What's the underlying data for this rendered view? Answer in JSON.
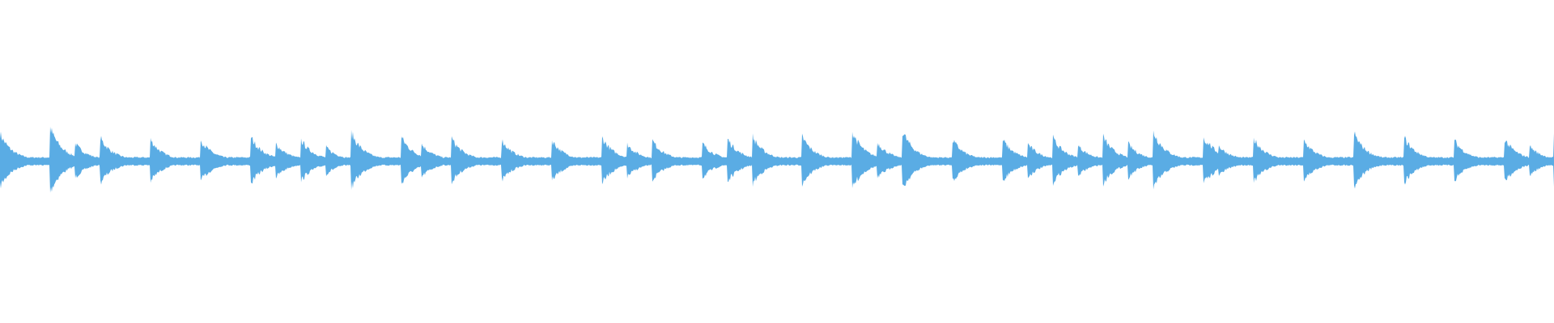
{
  "waveform": {
    "color": "#5AACE4",
    "background": "#FFFFFF",
    "beat_count": 31,
    "note_starts_in_beats": [
      0,
      1,
      1.5,
      2,
      3,
      4,
      5,
      5.5,
      6,
      6.5,
      7,
      8,
      8.4,
      9,
      10,
      11,
      12,
      12.5,
      13,
      14,
      14.5,
      15,
      16,
      17,
      17.5,
      18,
      19,
      20,
      20.5,
      21,
      21.5,
      22,
      22.5,
      23,
      24,
      24.1,
      24.3,
      25,
      26,
      27,
      28,
      29,
      30,
      30.5,
      31
    ],
    "note_amplitudes": [
      0.45,
      0.55,
      0.28,
      0.38,
      0.35,
      0.35,
      0.4,
      0.28,
      0.35,
      0.22,
      0.48,
      0.4,
      0.28,
      0.38,
      0.35,
      0.35,
      0.4,
      0.28,
      0.35,
      0.3,
      0.38,
      0.42,
      0.4,
      0.48,
      0.3,
      0.5,
      0.35,
      0.35,
      0.28,
      0.38,
      0.25,
      0.4,
      0.28,
      0.5,
      0.4,
      0.3,
      0.25,
      0.38,
      0.35,
      0.48,
      0.4,
      0.35,
      0.38,
      0.25,
      0.42
    ]
  }
}
